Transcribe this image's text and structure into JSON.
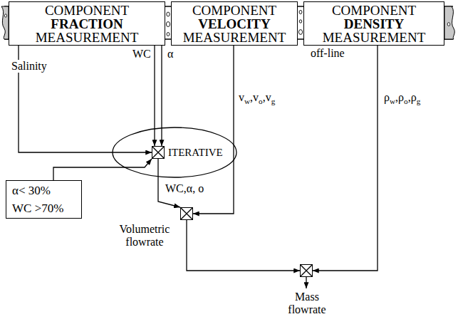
{
  "diagram": {
    "nodes": [
      {
        "text": [
          "COMPONENT FRACTION MEASUREMENT"
        ]
      },
      {
        "text": [
          "COMPONENT VELOCITY MEASUREMENT"
        ]
      },
      {
        "text": [
          "COMPONENT DENSITY MEASUREMENT"
        ]
      },
      {
        "text": [
          "ITERATIVE"
        ]
      },
      {
        "text": [
          "α< 30%",
          "WC >70%"
        ]
      },
      {
        "text": [
          "Volumetric flowrate"
        ]
      },
      {
        "text": [
          "Mass flowrate"
        ]
      }
    ],
    "edges": [
      {
        "from": 0,
        "to": 3,
        "label": "Salinity",
        "arrow": "to"
      },
      {
        "from": 0,
        "to": 3,
        "label": "WC",
        "arrow": "to"
      },
      {
        "from": 0,
        "to": 3,
        "label": "α",
        "arrow": "to"
      },
      {
        "from": 4,
        "to": 3,
        "arrow": "to"
      },
      {
        "from": 3,
        "to": 5,
        "label": "WC,α, o",
        "arrow": "to"
      },
      {
        "from": 1,
        "to": 5,
        "label": "vw,vo,vg",
        "arrow": "to"
      },
      {
        "from": 5,
        "to": 6,
        "arrow": "to"
      },
      {
        "from": 2,
        "to": 6,
        "label": "ρw,ρo,ρg",
        "arrow": "to"
      }
    ],
    "labels": [
      "off-line"
    ]
  }
}
